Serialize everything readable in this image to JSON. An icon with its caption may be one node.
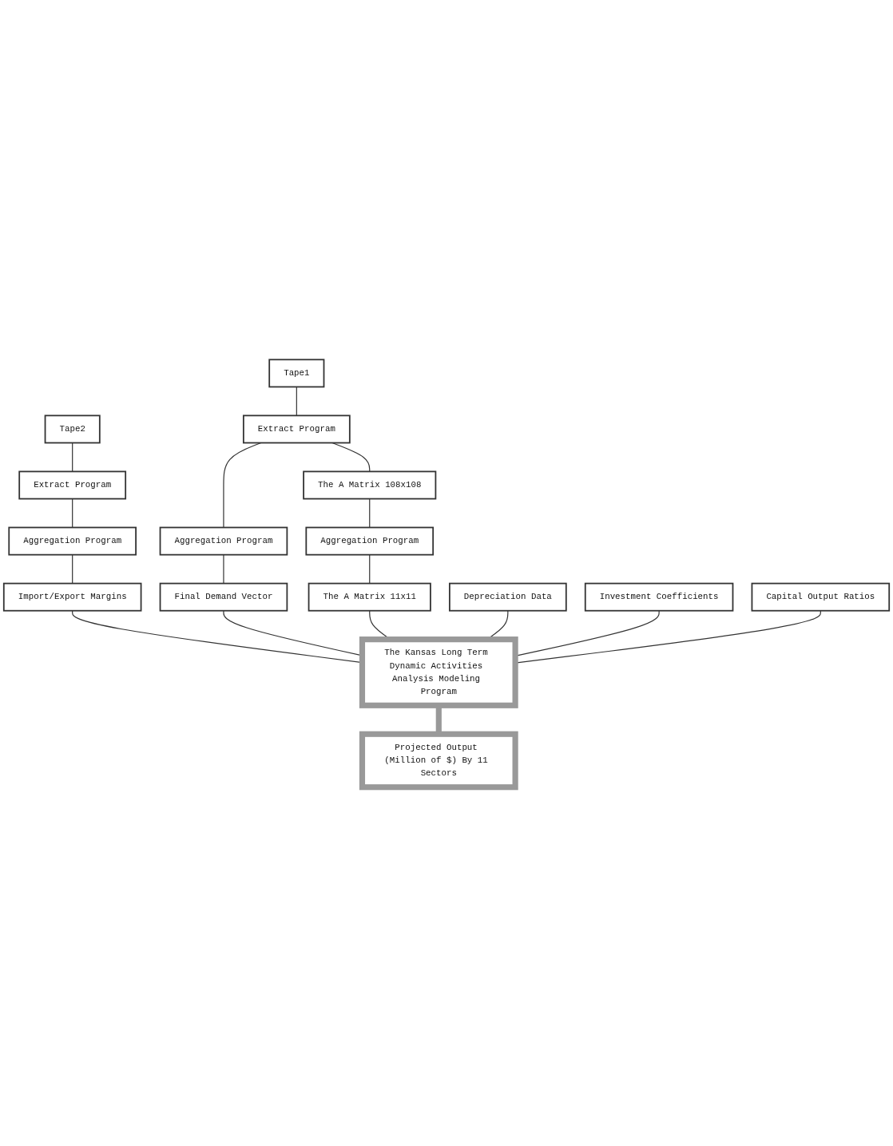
{
  "diagram": {
    "nodes": [
      {
        "text": [
          "Tape2"
        ]
      },
      {
        "text": [
          "Extract Program"
        ]
      },
      {
        "text": [
          "Aggregation Program"
        ]
      },
      {
        "text": [
          "Import/Export Margins"
        ]
      },
      {
        "text": [
          "Tape1"
        ]
      },
      {
        "text": [
          "Extract Program"
        ]
      },
      {
        "text": [
          "Aggregation Program"
        ]
      },
      {
        "text": [
          "Final Demand Vector"
        ]
      },
      {
        "text": [
          "The A Matrix 108x108"
        ]
      },
      {
        "text": [
          "Aggregation Program"
        ]
      },
      {
        "text": [
          "The A Matrix 11x11"
        ]
      },
      {
        "text": [
          "Depreciation Data"
        ]
      },
      {
        "text": [
          "Investment Coefficients"
        ]
      },
      {
        "text": [
          "Capital Output Ratios"
        ]
      },
      {
        "text": [
          "The Kansas Long Term Dynamic Activities Analysis Modeling Program"
        ]
      },
      {
        "text": [
          "Projected Output (Million of $) By 11 Sectors"
        ]
      }
    ],
    "edges": [
      {
        "from": 0,
        "to": 1,
        "arrow": "none"
      },
      {
        "from": 1,
        "to": 2,
        "arrow": "none"
      },
      {
        "from": 2,
        "to": 3,
        "arrow": "none"
      },
      {
        "from": 4,
        "to": 5,
        "arrow": "none"
      },
      {
        "from": 5,
        "to": 6,
        "arrow": "none"
      },
      {
        "from": 6,
        "to": 7,
        "arrow": "none"
      },
      {
        "from": 5,
        "to": 8,
        "arrow": "none"
      },
      {
        "from": 8,
        "to": 9,
        "arrow": "none"
      },
      {
        "from": 9,
        "to": 10,
        "arrow": "none"
      },
      {
        "from": 3,
        "to": 14,
        "arrow": "none"
      },
      {
        "from": 7,
        "to": 14,
        "arrow": "none"
      },
      {
        "from": 10,
        "to": 14,
        "arrow": "none"
      },
      {
        "from": 11,
        "to": 14,
        "arrow": "none"
      },
      {
        "from": 12,
        "to": 14,
        "arrow": "none"
      },
      {
        "from": 13,
        "to": 14,
        "arrow": "none"
      },
      {
        "from": 14,
        "to": 15,
        "arrow": "none",
        "style": "thick",
        "color": "#999999"
      }
    ]
  }
}
